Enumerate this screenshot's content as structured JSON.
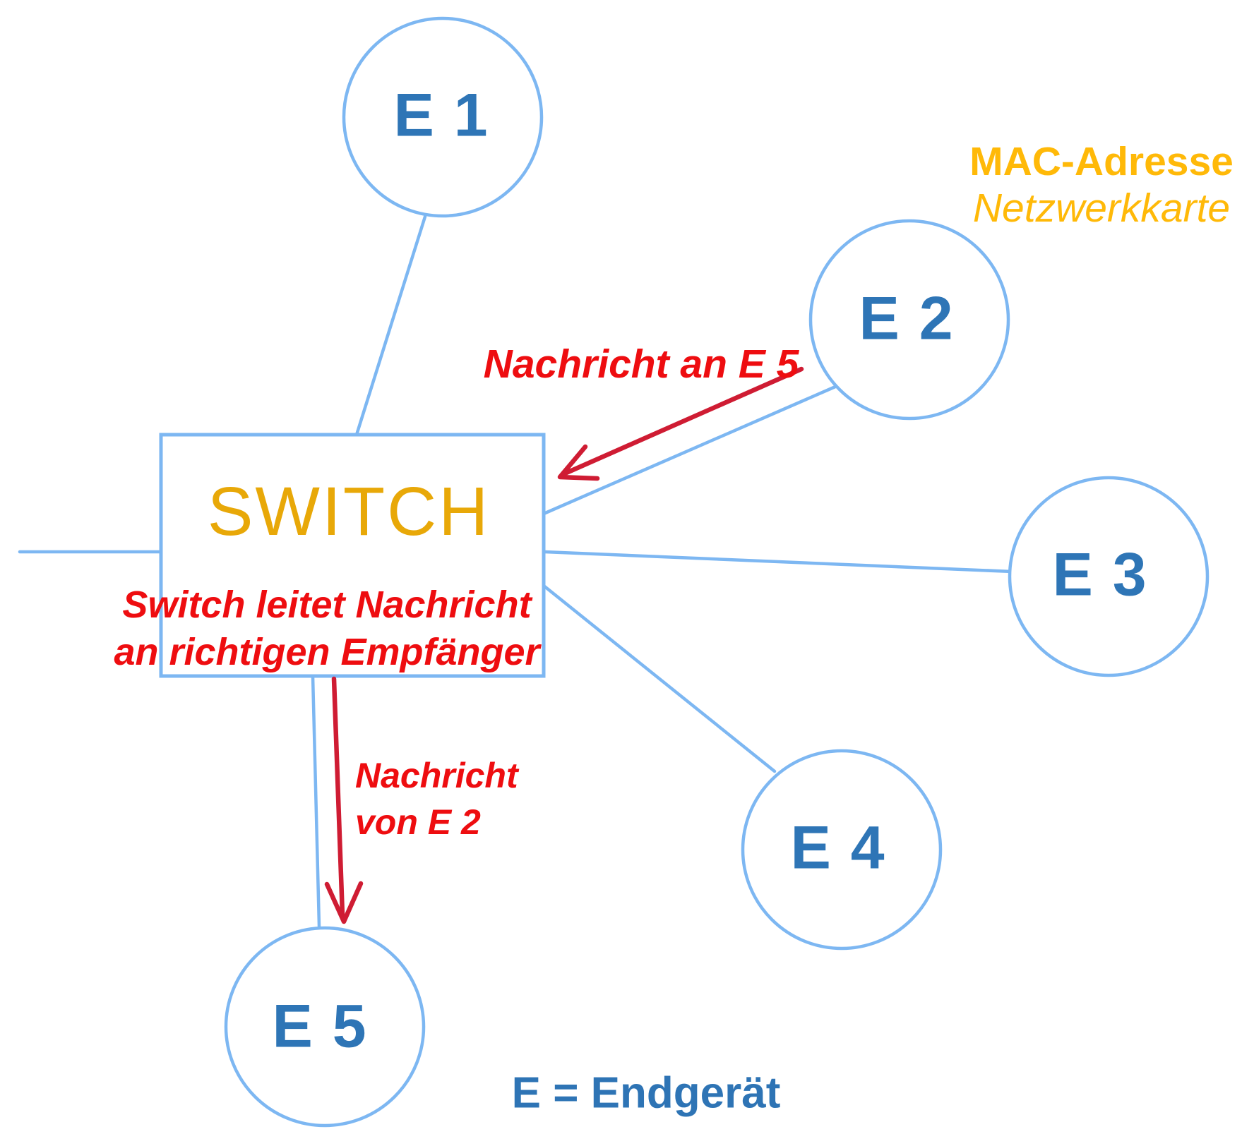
{
  "colors": {
    "connector_blue": "#7db7f2",
    "node_label_blue": "#2e75b6",
    "switch_title_gold": "#e8a808",
    "mac_note_gold": "#ffb908",
    "annotation_red": "#ee0d10",
    "arrow_red": "#cf1c33"
  },
  "switch": {
    "title": "SWITCH",
    "note_line1": "Switch leitet Nachricht",
    "note_line2": "an richtigen Empfänger"
  },
  "nodes": [
    {
      "id": "e1",
      "label": "E 1"
    },
    {
      "id": "e2",
      "label": "E 2"
    },
    {
      "id": "e3",
      "label": "E 3"
    },
    {
      "id": "e4",
      "label": "E 4"
    },
    {
      "id": "e5",
      "label": "E 5"
    }
  ],
  "annotations": {
    "mac_title": "MAC-Adresse",
    "mac_subtitle": "Netzwerkkarte",
    "message_to_switch": "Nachricht an E 5",
    "message_to_e5_line1": "Nachricht",
    "message_to_e5_line2": "von E 2",
    "legend": "E = Endgerät"
  }
}
